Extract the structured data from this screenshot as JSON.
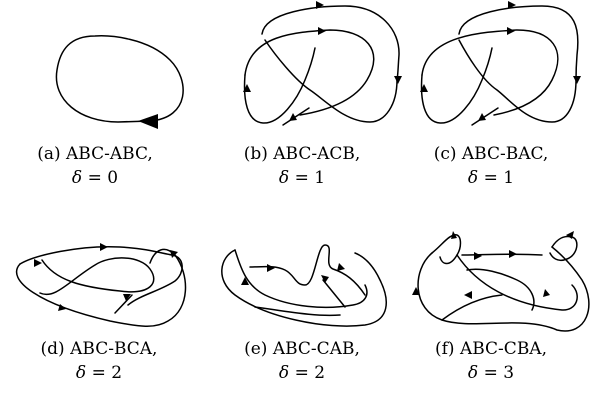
{
  "panels": [
    {
      "label": "(a)",
      "word": "ABC-ABC,",
      "delta": "0"
    },
    {
      "label": "(b)",
      "word": "ABC-ACB,",
      "delta": "1"
    },
    {
      "label": "(c)",
      "word": "ABC-BAC,",
      "delta": "1"
    },
    {
      "label": "(d)",
      "word": "ABC-BCA,",
      "delta": "2"
    },
    {
      "label": "(e)",
      "word": "ABC-CAB,",
      "delta": "2"
    },
    {
      "label": "(f)",
      "word": "ABC-CBA,",
      "delta": "3"
    }
  ],
  "delta_symbol": "δ",
  "equals": "="
}
